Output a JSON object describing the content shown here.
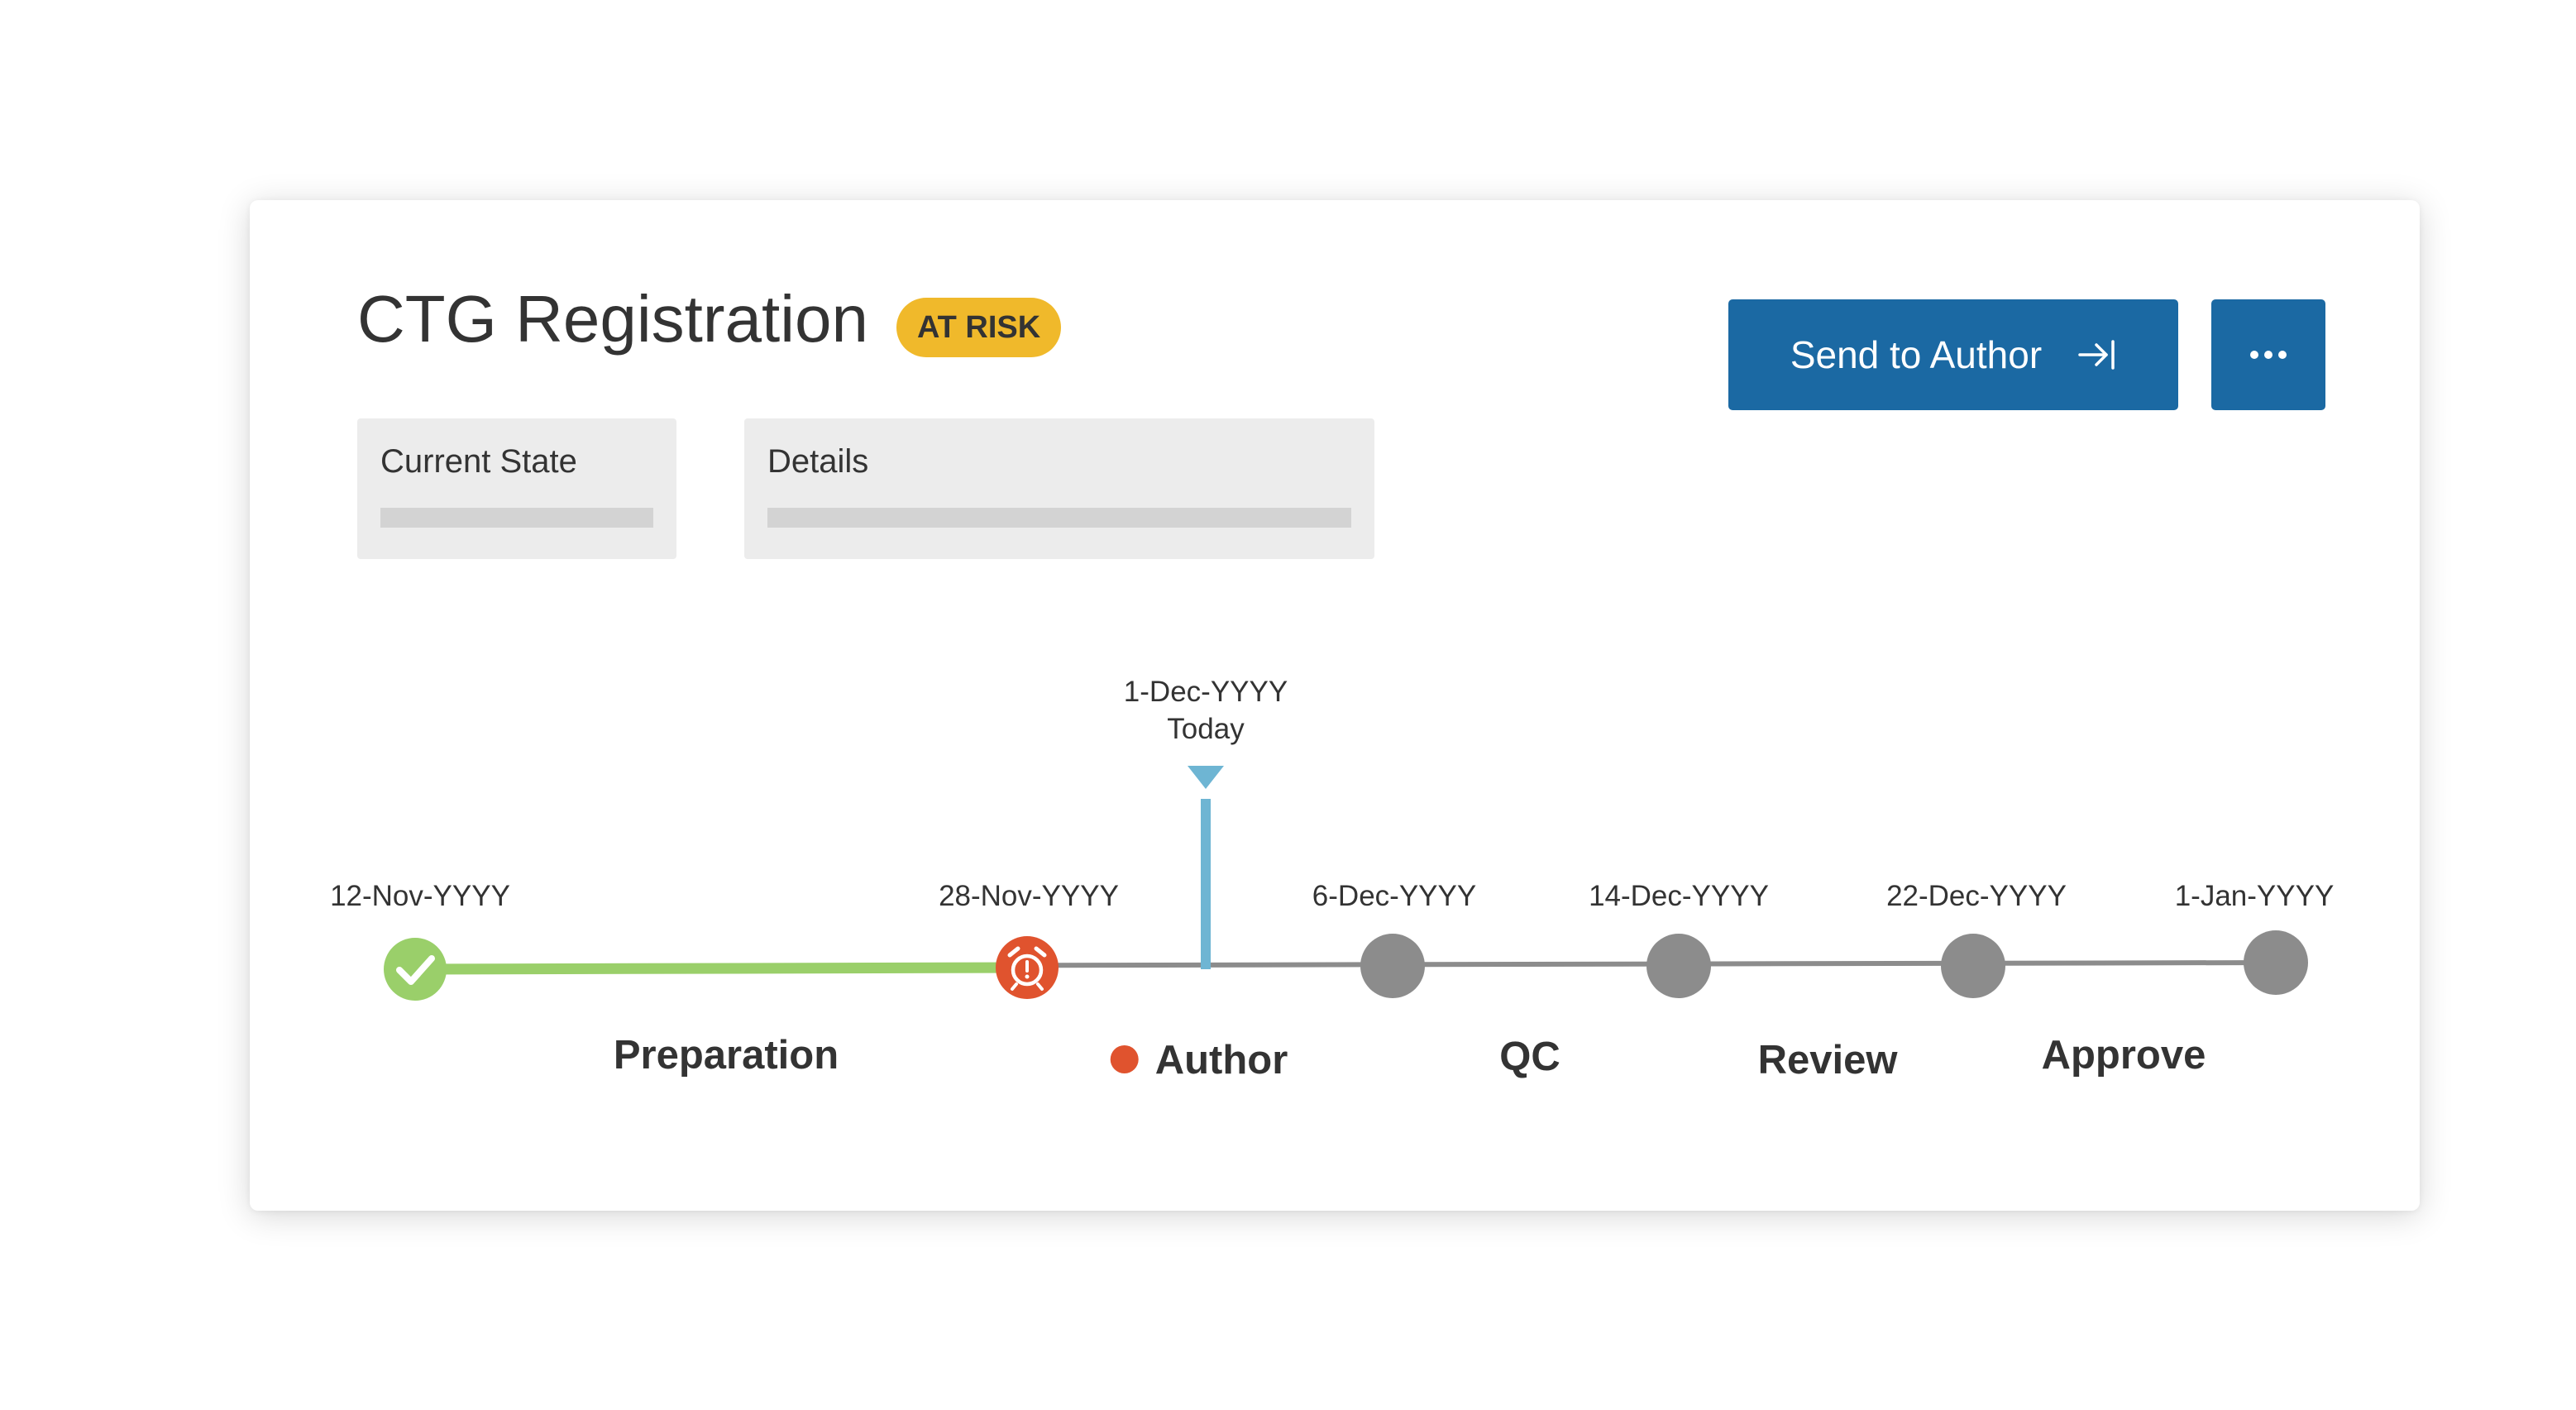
{
  "header": {
    "title": "CTG Registration",
    "status_badge": "AT RISK"
  },
  "actions": {
    "send_label": "Send to Author",
    "more_label": "···"
  },
  "info": {
    "current_state_label": "Current State",
    "details_label": "Details"
  },
  "timeline": {
    "today": {
      "date": "1-Dec-YYYY",
      "label": "Today"
    },
    "milestones": [
      {
        "date": "12-Nov-YYYY",
        "status": "complete"
      },
      {
        "date": "28-Nov-YYYY",
        "status": "at-risk"
      },
      {
        "date": "6-Dec-YYYY",
        "status": "pending"
      },
      {
        "date": "14-Dec-YYYY",
        "status": "pending"
      },
      {
        "date": "22-Dec-YYYY",
        "status": "pending"
      },
      {
        "date": "1-Jan-YYYY",
        "status": "pending"
      }
    ],
    "stages": [
      {
        "label": "Preparation",
        "current": false
      },
      {
        "label": "Author",
        "current": true
      },
      {
        "label": "QC",
        "current": false
      },
      {
        "label": "Review",
        "current": false
      },
      {
        "label": "Approve",
        "current": false
      }
    ]
  },
  "colors": {
    "primary": "#1b69a3",
    "badge": "#f0b92b",
    "complete": "#9acf6a",
    "at_risk": "#e0532e",
    "pending": "#8c8c8c",
    "today_marker": "#6eb5d3"
  }
}
